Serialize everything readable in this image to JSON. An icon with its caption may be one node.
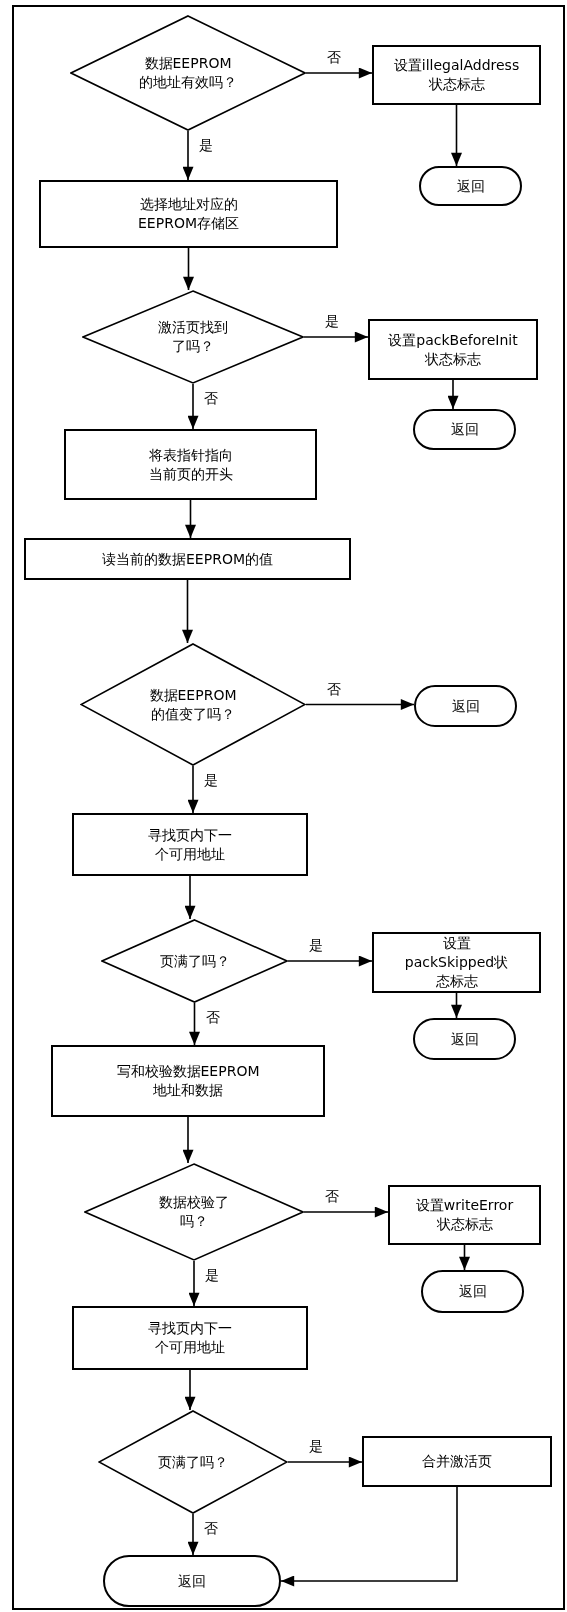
{
  "diagram": {
    "nodes": [
      {
        "text": [
          "数据EEPROM的地址有效吗？"
        ]
      },
      {
        "text": [
          "设置illegalAddress状态标志"
        ]
      },
      {
        "text": [
          "返回"
        ]
      },
      {
        "text": [
          "选择地址对应的EEPROM存储区"
        ]
      },
      {
        "text": [
          "激活页找到了吗？"
        ]
      },
      {
        "text": [
          "设置packBeforeInit状态标志"
        ]
      },
      {
        "text": [
          "返回"
        ]
      },
      {
        "text": [
          "将表指针指向当前页的开头"
        ]
      },
      {
        "text": [
          "读当前的数据EEPROM的值"
        ]
      },
      {
        "text": [
          "数据EEPROM的值变了吗？"
        ]
      },
      {
        "text": [
          "返回"
        ]
      },
      {
        "text": [
          "寻找页内下一个可用地址"
        ]
      },
      {
        "text": [
          "页满了吗？"
        ]
      },
      {
        "text": [
          "设置packSkipped状态标志"
        ]
      },
      {
        "text": [
          "返回"
        ]
      },
      {
        "text": [
          "写和校验数据EEPROM地址和数据"
        ]
      },
      {
        "text": [
          "数据校验了吗？"
        ]
      },
      {
        "text": [
          "设置writeError状态标志"
        ]
      },
      {
        "text": [
          "返回"
        ]
      },
      {
        "text": [
          "寻找页内下一个可用地址"
        ]
      },
      {
        "text": [
          "页满了吗？"
        ]
      },
      {
        "text": [
          "合并激活页"
        ]
      },
      {
        "text": [
          "返回"
        ]
      }
    ],
    "edges": [
      {
        "from": 0,
        "to": 1,
        "arrow": "to",
        "label": "否"
      },
      {
        "from": 0,
        "to": 3,
        "arrow": "to",
        "label": "是"
      },
      {
        "from": 1,
        "to": 2,
        "arrow": "to"
      },
      {
        "from": 3,
        "to": 4,
        "arrow": "to"
      },
      {
        "from": 4,
        "to": 5,
        "arrow": "to",
        "label": "是"
      },
      {
        "from": 4,
        "to": 7,
        "arrow": "to",
        "label": "否"
      },
      {
        "from": 5,
        "to": 6,
        "arrow": "to"
      },
      {
        "from": 7,
        "to": 8,
        "arrow": "to"
      },
      {
        "from": 8,
        "to": 9,
        "arrow": "to"
      },
      {
        "from": 9,
        "to": 10,
        "arrow": "to",
        "label": "否"
      },
      {
        "from": 9,
        "to": 11,
        "arrow": "to",
        "label": "是"
      },
      {
        "from": 11,
        "to": 12,
        "arrow": "to"
      },
      {
        "from": 12,
        "to": 13,
        "arrow": "to",
        "label": "是"
      },
      {
        "from": 12,
        "to": 15,
        "arrow": "to",
        "label": "否"
      },
      {
        "from": 13,
        "to": 14,
        "arrow": "to"
      },
      {
        "from": 15,
        "to": 16,
        "arrow": "to"
      },
      {
        "from": 16,
        "to": 17,
        "arrow": "to",
        "label": "否"
      },
      {
        "from": 16,
        "to": 19,
        "arrow": "to",
        "label": "是"
      },
      {
        "from": 17,
        "to": 18,
        "arrow": "to"
      },
      {
        "from": 19,
        "to": 20,
        "arrow": "to"
      },
      {
        "from": 20,
        "to": 21,
        "arrow": "to",
        "label": "是"
      },
      {
        "from": 20,
        "to": 22,
        "arrow": "to",
        "label": "否"
      },
      {
        "from": 21,
        "to": 22,
        "arrow": "to"
      }
    ]
  }
}
